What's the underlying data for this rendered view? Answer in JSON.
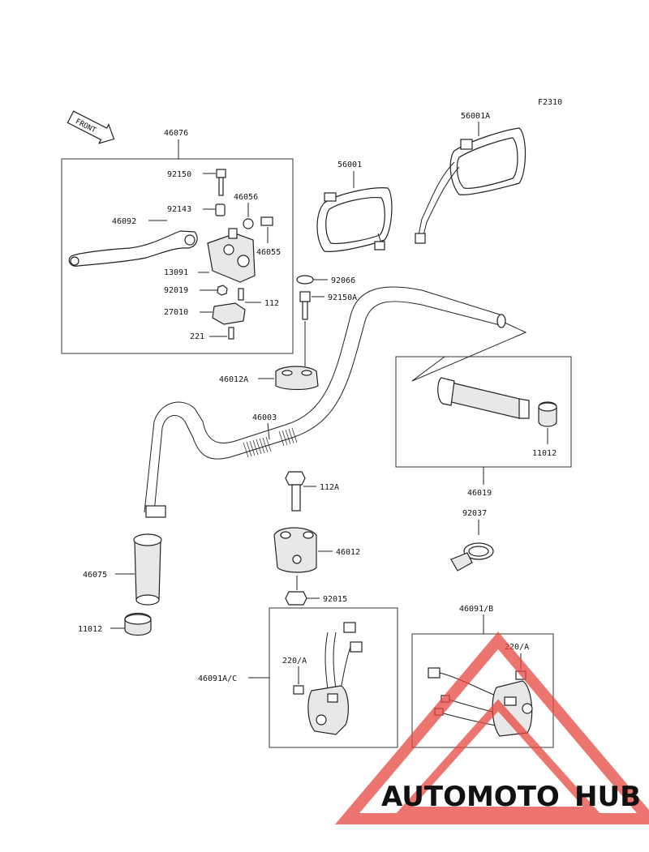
{
  "figure_code": "F2310",
  "front_label": "FRONT",
  "labels": {
    "l46076": "46076",
    "l92150": "92150",
    "l92143": "92143",
    "l46056": "46056",
    "l46092": "46092",
    "l46055": "46055",
    "l13091": "13091",
    "l92019": "92019",
    "l112": "112",
    "l27010": "27010",
    "l221": "221",
    "l56001": "56001",
    "l56001A": "56001A",
    "l92066": "92066",
    "l92150A": "92150A",
    "l46012A": "46012A",
    "l46003": "46003",
    "l11012_right": "11012",
    "l46019": "46019",
    "l112A": "112A",
    "l92037": "92037",
    "l46012": "46012",
    "l46075": "46075",
    "l92015": "92015",
    "l11012_left": "11012",
    "l46091B": "46091/B",
    "l220A_right": "220/A",
    "l220A_left": "220/A",
    "l46091AC": "46091A/C"
  },
  "watermark": {
    "part1": "AUTOMOTO",
    "part2": "HUB",
    "color_light": "#f2b27a",
    "color_dark": "#6e6e6e",
    "triangle_color": "#e8473f"
  }
}
